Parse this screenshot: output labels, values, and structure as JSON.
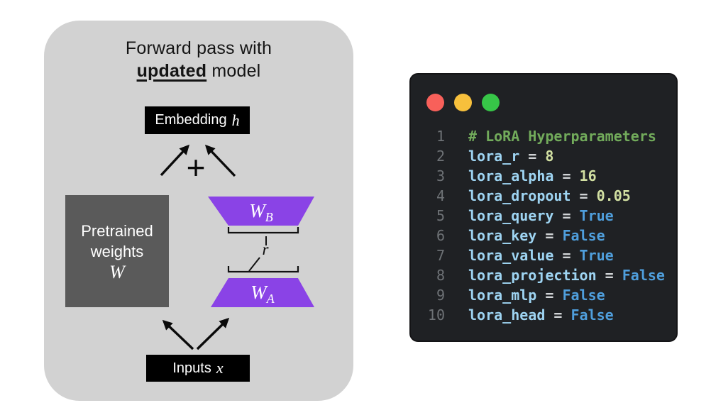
{
  "diagram": {
    "title": {
      "line1": "Forward pass with",
      "bold": "updated",
      "rest": " model"
    },
    "embedding": {
      "label": "Embedding",
      "math": "h"
    },
    "plus": "+",
    "pretrained": {
      "line1": "Pretrained",
      "line2": "weights",
      "math": "W"
    },
    "wb": {
      "main": "W",
      "sub": "B"
    },
    "wa": {
      "main": "W",
      "sub": "A"
    },
    "rank_label": "r",
    "inputs": {
      "label": "Inputs",
      "math": "x"
    },
    "colors": {
      "panel": "#d2d2d2",
      "pretrained_box": "#5a5a5a",
      "trapezoid_purple": "#8a43e6",
      "text_box_black": "#000000"
    }
  },
  "code_window": {
    "traffic_lights": [
      {
        "name": "close",
        "color": "#f8605a"
      },
      {
        "name": "minimize",
        "color": "#f7c03c"
      },
      {
        "name": "zoom",
        "color": "#37c648"
      }
    ],
    "colors": {
      "background": "#1f2124",
      "border": "#141416",
      "line_number": "#6e7276",
      "comment": "#72ab5b",
      "variable": "#9ed4f2",
      "operator": "#d0d3d5",
      "number": "#d2e0a2",
      "boolean": "#4f9fdd"
    },
    "lines": [
      {
        "num": "1",
        "tokens": [
          {
            "text": "# LoRA Hyperparameters",
            "type": "comment"
          }
        ]
      },
      {
        "num": "2",
        "tokens": [
          {
            "text": "lora_r",
            "type": "variable"
          },
          {
            "text": " = ",
            "type": "operator"
          },
          {
            "text": "8",
            "type": "number"
          }
        ]
      },
      {
        "num": "3",
        "tokens": [
          {
            "text": "lora_alpha",
            "type": "variable"
          },
          {
            "text": " = ",
            "type": "operator"
          },
          {
            "text": "16",
            "type": "number"
          }
        ]
      },
      {
        "num": "4",
        "tokens": [
          {
            "text": "lora_dropout",
            "type": "variable"
          },
          {
            "text": " = ",
            "type": "operator"
          },
          {
            "text": "0.05",
            "type": "number"
          }
        ]
      },
      {
        "num": "5",
        "tokens": [
          {
            "text": "lora_query",
            "type": "variable"
          },
          {
            "text": " = ",
            "type": "operator"
          },
          {
            "text": "True",
            "type": "boolean"
          }
        ]
      },
      {
        "num": "6",
        "tokens": [
          {
            "text": "lora_key",
            "type": "variable"
          },
          {
            "text": " = ",
            "type": "operator"
          },
          {
            "text": "False",
            "type": "boolean"
          }
        ]
      },
      {
        "num": "7",
        "tokens": [
          {
            "text": "lora_value",
            "type": "variable"
          },
          {
            "text": " = ",
            "type": "operator"
          },
          {
            "text": "True",
            "type": "boolean"
          }
        ]
      },
      {
        "num": "8",
        "tokens": [
          {
            "text": "lora_projection",
            "type": "variable"
          },
          {
            "text": " = ",
            "type": "operator"
          },
          {
            "text": "False",
            "type": "boolean"
          }
        ]
      },
      {
        "num": "9",
        "tokens": [
          {
            "text": "lora_mlp",
            "type": "variable"
          },
          {
            "text": " = ",
            "type": "operator"
          },
          {
            "text": "False",
            "type": "boolean"
          }
        ]
      },
      {
        "num": "10",
        "tokens": [
          {
            "text": "lora_head",
            "type": "variable"
          },
          {
            "text": " = ",
            "type": "operator"
          },
          {
            "text": "False",
            "type": "boolean"
          }
        ]
      }
    ]
  }
}
